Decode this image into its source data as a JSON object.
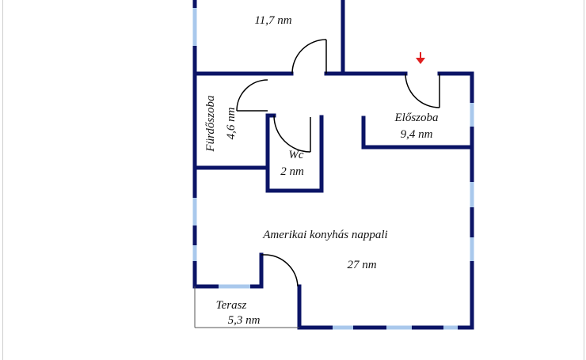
{
  "rooms": [
    {
      "id": "top-room",
      "area": "11,7 nm"
    },
    {
      "id": "eloszoba",
      "name": "Előszoba",
      "area": "9,4 nm"
    },
    {
      "id": "furdoszoba",
      "name": "Fürdőszoba",
      "area": "4,6 nm"
    },
    {
      "id": "wc",
      "name": "Wc",
      "area": "2 nm"
    },
    {
      "id": "nappali",
      "name": "Amerikai konyhás nappali",
      "area": "27 nm"
    },
    {
      "id": "terasz",
      "name": "Terasz",
      "area": "5,3 nm"
    }
  ],
  "colors": {
    "wall": "#0b1466",
    "window": "#a9c8ec",
    "door_arc": "#000000",
    "entrance_arrow": "#e02020",
    "background": "#ffffff"
  },
  "icons": {
    "entrance": "entrance-arrow-icon"
  }
}
